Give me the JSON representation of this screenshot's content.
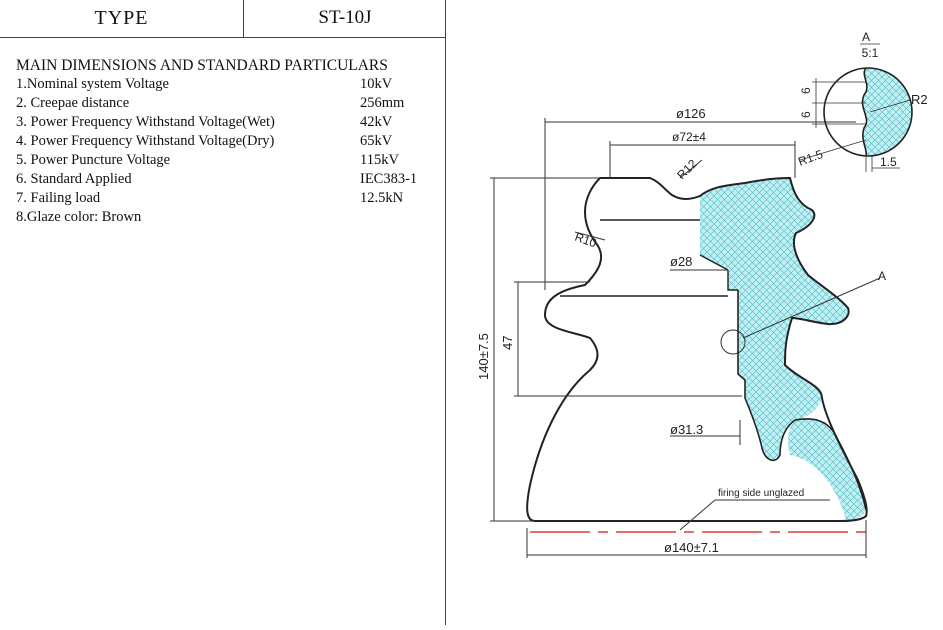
{
  "header": {
    "type_label": "TYPE",
    "type_value": "ST-10J"
  },
  "specs": {
    "heading": "MAIN DIMENSIONS AND STANDARD PARTICULARS",
    "rows": [
      {
        "label": "1.Nominal system Voltage",
        "value": "10kV"
      },
      {
        "label": "2. Creepae distance",
        "value": "256mm"
      },
      {
        "label": "3. Power Frequency Withstand Voltage(Wet)",
        "value": "42kV"
      },
      {
        "label": "4. Power Frequency Withstand Voltage(Dry)",
        "value": "65kV"
      },
      {
        "label": "5.  Power Puncture  Voltage",
        "value": "115kV"
      },
      {
        "label": "6. Standard Applied",
        "value": "IEC383-1"
      },
      {
        "label": "7. Failing load",
        "value": "12.5kN"
      },
      {
        "label": "8.Glaze color:   Brown",
        "value": ""
      }
    ]
  },
  "drawing": {
    "detail_label": "A",
    "detail_scale": "5:1",
    "dim_6_top": "6",
    "dim_6_bottom": "6",
    "dim_r2": "R2",
    "dim_r15": "R1.5",
    "dim_15": "1.5",
    "dim_d126": "ø126",
    "dim_d72": "ø72±4",
    "dim_r12": "R12",
    "dim_r10": "R10",
    "dim_d28": "ø28",
    "dim_height": "140±7.5",
    "dim_47": "47",
    "dim_d313": "ø31.3",
    "callout_a": "A",
    "note_unglazed": "firing side unglazed",
    "dim_d140": "ø140±7.1",
    "hatch_color": "#bff0f3",
    "hatch_line_color": "#53b7c2",
    "center_line_color": "#e0413a"
  }
}
